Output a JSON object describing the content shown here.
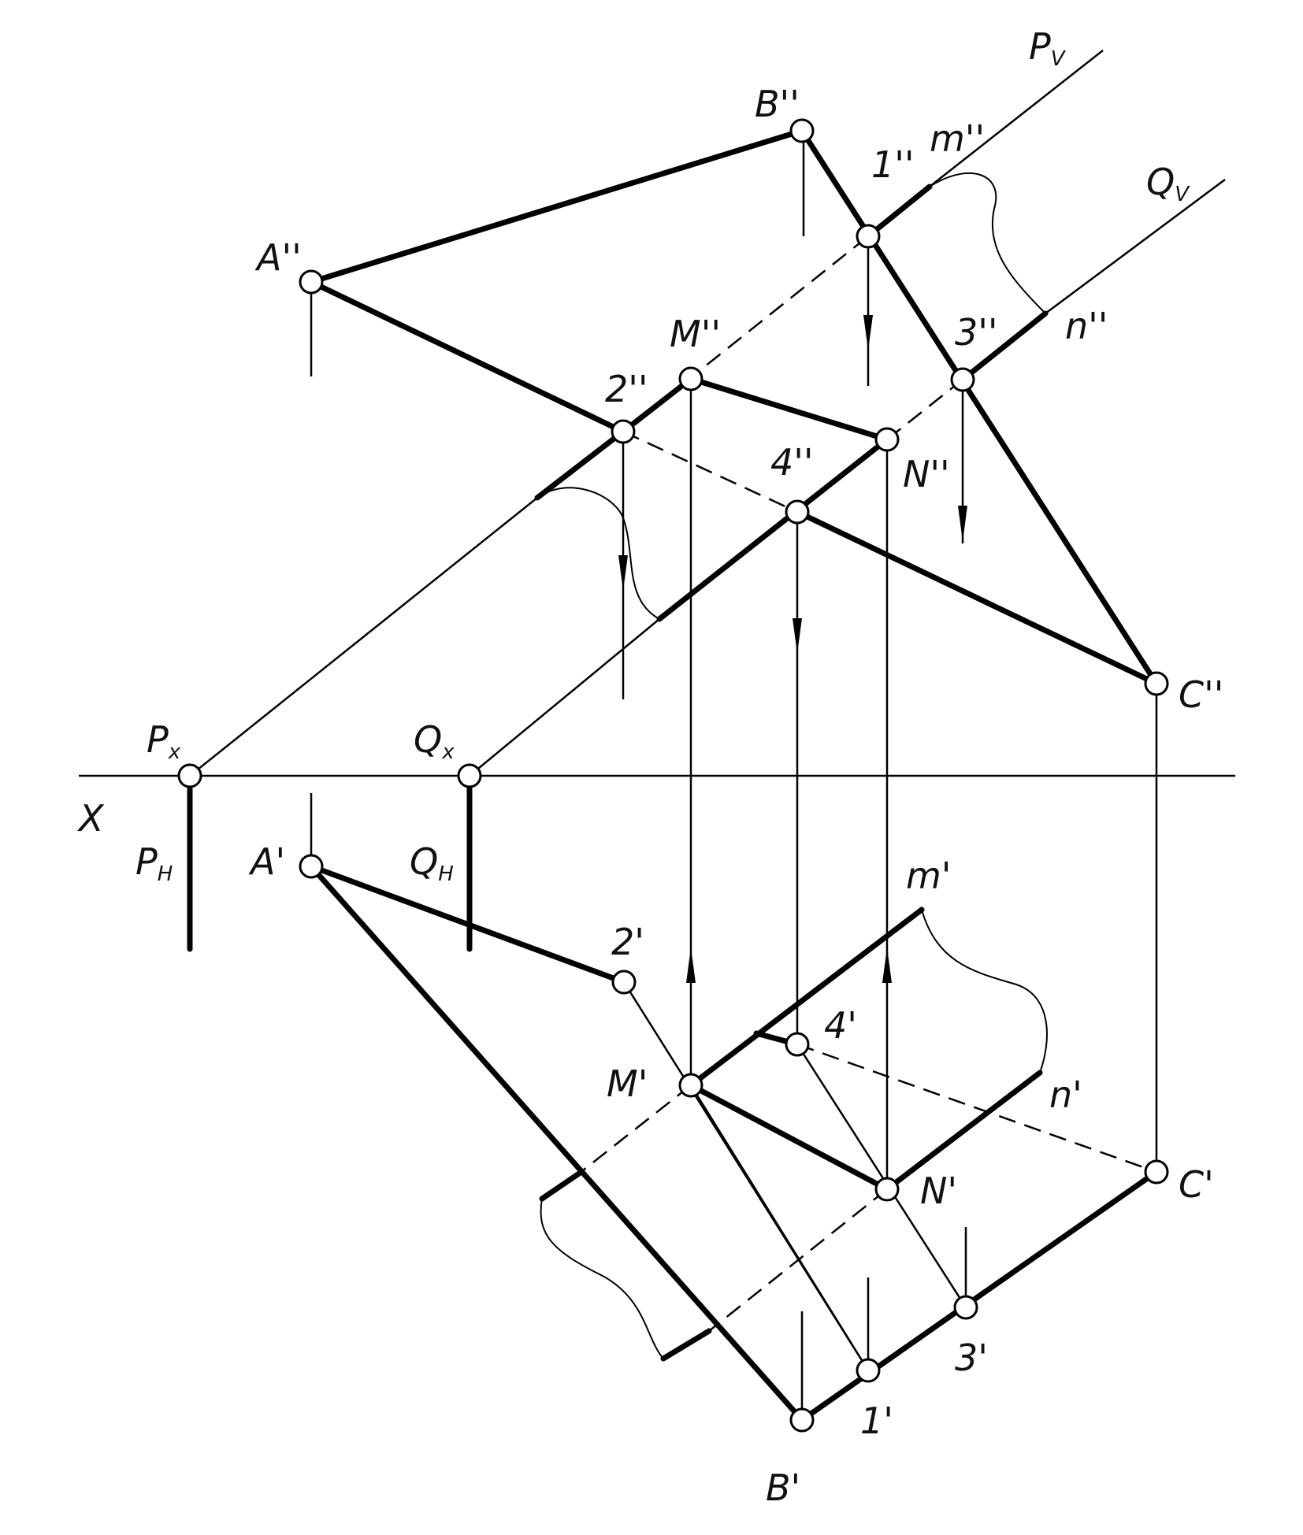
{
  "labels": {
    "A2": "A''",
    "B2": "B''",
    "C2": "C''",
    "M2": "M''",
    "N2": "N''",
    "m2": "m''",
    "n2": "n''",
    "p1_2": "1''",
    "p2_2": "2''",
    "p3_2": "3''",
    "p4_2": "4''",
    "Pv": "P",
    "Pv_sub": "V",
    "Qv": "Q",
    "Qv_sub": "V",
    "Px": "P",
    "Px_sub": "x",
    "Qx": "Q",
    "Qx_sub": "x",
    "Ph": "P",
    "Ph_sub": "H",
    "Qh": "Q",
    "Qh_sub": "H",
    "X": "X",
    "A1": "A'",
    "B1": "B'",
    "C1": "C'",
    "M1": "M'",
    "N1": "N'",
    "m1": "m'",
    "n1": "n'",
    "p1_1": "1'",
    "p2_1": "2'",
    "p3_1": "3'",
    "p4_1": "4'"
  }
}
